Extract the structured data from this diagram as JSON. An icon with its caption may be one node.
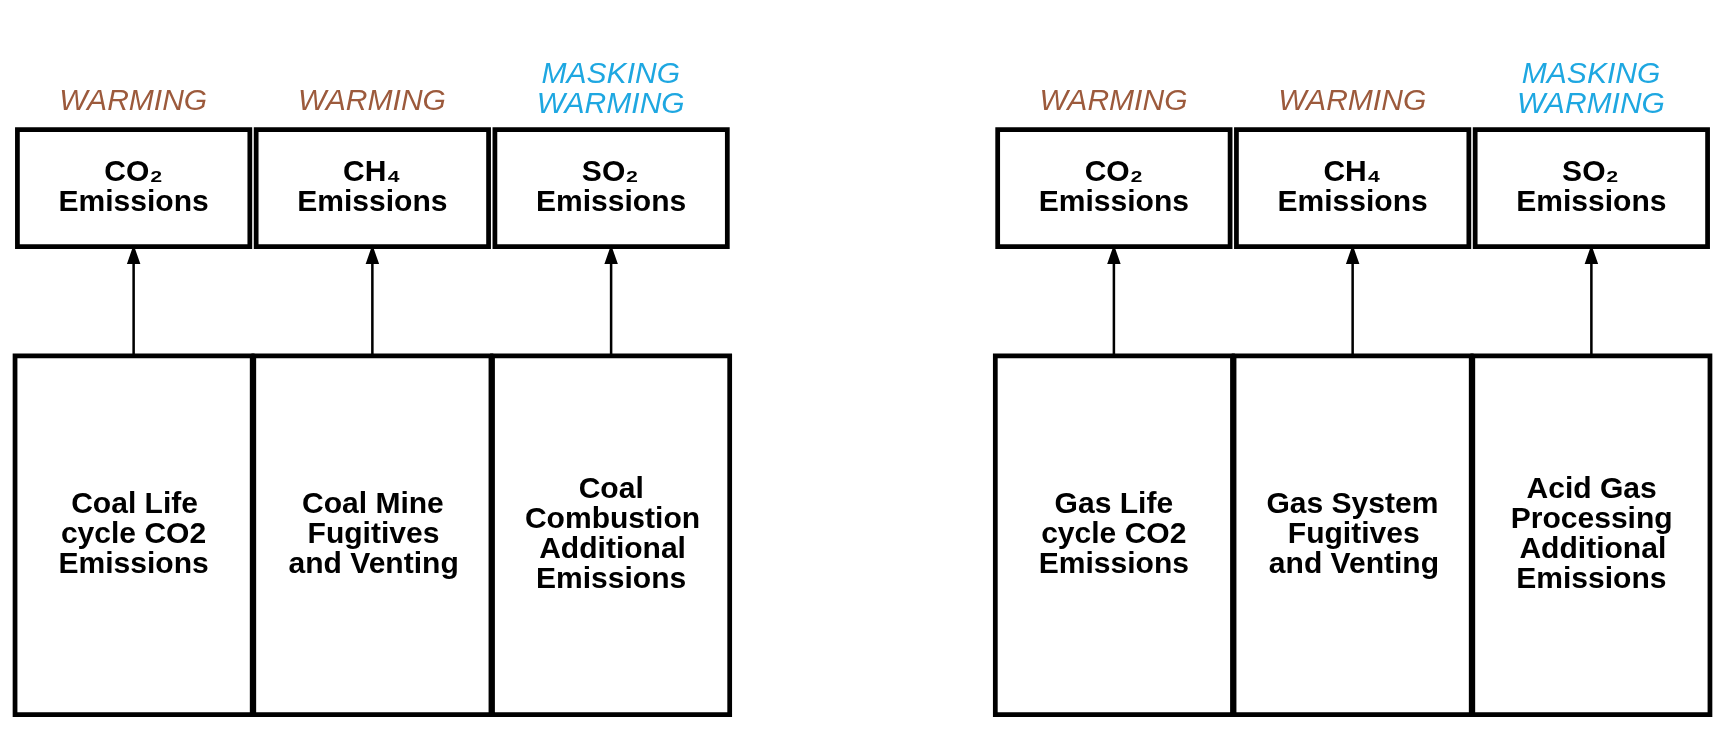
{
  "diagram": {
    "nodes": [
      {
        "text": [
          "CO₂ Emissions"
        ],
        "beside": [
          "WARMING"
        ]
      },
      {
        "text": [
          "CH₄ Emissions"
        ],
        "beside": [
          "WARMING"
        ]
      },
      {
        "text": [
          "SO₂ Emissions"
        ],
        "beside": [
          "MASKING WARMING"
        ]
      },
      {
        "text": [
          "CO₂ Emissions"
        ],
        "beside": [
          "WARMING"
        ]
      },
      {
        "text": [
          "CH₄ Emissions"
        ],
        "beside": [
          "WARMING"
        ]
      },
      {
        "text": [
          "SO₂ Emissions"
        ],
        "beside": [
          "MASKING WARMING"
        ]
      },
      {
        "text": [
          "Coal Life cycle CO2 Emissions"
        ]
      },
      {
        "text": [
          "Coal Mine Fugitives and Venting"
        ]
      },
      {
        "text": [
          "Coal Combustion Additional Emissions"
        ]
      },
      {
        "text": [
          "Gas Life cycle CO2 Emissions"
        ]
      },
      {
        "text": [
          "Gas System Fugitives and Venting"
        ]
      },
      {
        "text": [
          "Acid Gas Processing Additional Emissions"
        ]
      }
    ],
    "edges": [
      {
        "from": 6,
        "to": 0,
        "arrow": "to"
      },
      {
        "from": 7,
        "to": 1,
        "arrow": "to"
      },
      {
        "from": 8,
        "to": 2,
        "arrow": "to"
      },
      {
        "from": 9,
        "to": 3,
        "arrow": "to"
      },
      {
        "from": 10,
        "to": 4,
        "arrow": "to"
      },
      {
        "from": 11,
        "to": 5,
        "arrow": "to"
      }
    ]
  }
}
